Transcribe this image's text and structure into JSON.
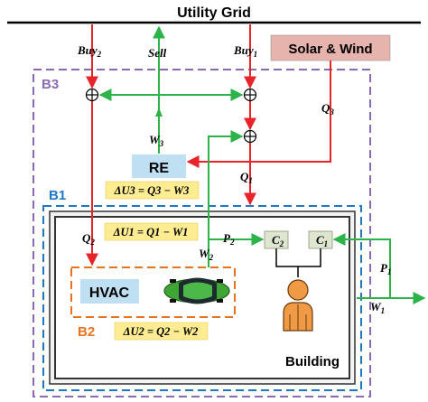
{
  "diagram": {
    "grid_label": "Utility Grid",
    "buy2": {
      "base": "Buy",
      "sub": "2"
    },
    "sell": "Sell",
    "buy1": {
      "base": "Buy",
      "sub": "1"
    },
    "solar_wind": "Solar & Wind",
    "b3": "B3",
    "b1": "B1",
    "b2": "B2",
    "q3": {
      "base": "Q",
      "sub": "3"
    },
    "w3": {
      "base": "W",
      "sub": "3"
    },
    "q1": {
      "base": "Q",
      "sub": "1"
    },
    "q2": {
      "base": "Q",
      "sub": "2"
    },
    "p2": {
      "base": "P",
      "sub": "2"
    },
    "w2": {
      "base": "W",
      "sub": "2"
    },
    "p1": {
      "base": "P",
      "sub": "1"
    },
    "w1": {
      "base": "W",
      "sub": "1"
    },
    "c2": {
      "base": "C",
      "sub": "2"
    },
    "c1": {
      "base": "C",
      "sub": "1"
    },
    "re": "RE",
    "hvac": "HVAC",
    "building": "Building",
    "eq_u3": "ΔU3 = Q3 − W3",
    "eq_u1": "ΔU1 = Q1 − W1",
    "eq_u2": "ΔU2 = Q2 − W2",
    "colors": {
      "red_flow": "#e8242a",
      "green_flow": "#2cb34a",
      "b3_border": "#8a6bb3",
      "b1_border": "#1f77c4",
      "b2_border": "#e8731e",
      "solar_bg": "#e7b3ad",
      "re_bg": "#bfe0f3",
      "eq_bg": "#fdec92",
      "sensor_bg": "#dfe6cf",
      "person": "#f19a45"
    }
  }
}
